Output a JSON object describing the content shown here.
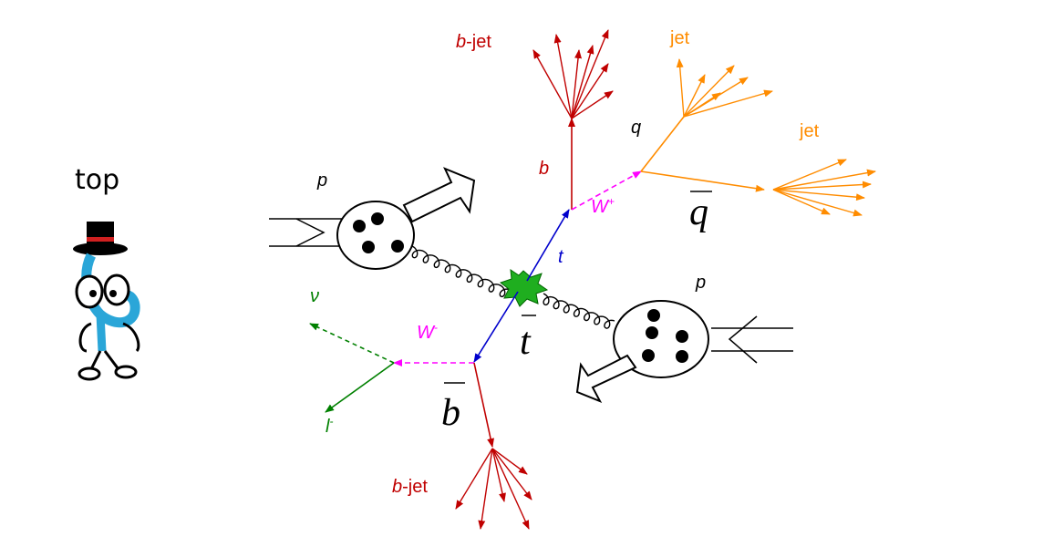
{
  "mascot": {
    "label": "top",
    "name": "top-quark-mascot"
  },
  "labels": {
    "b_jet_top_prefix": "b",
    "b_jet_top_suffix": "-jet",
    "b_jet_bottom_prefix": "b",
    "b_jet_bottom_suffix": "-jet",
    "jet_1": "jet",
    "jet_2": "jet",
    "q": "q",
    "q_bar": "q",
    "b": "b",
    "b_bar": "b",
    "t": "t",
    "t_bar": "t",
    "w_plus": "W",
    "w_plus_sup": "+",
    "w_minus": "W",
    "w_minus_sup": "-",
    "p_left": "p",
    "p_right": "p",
    "nu": "ν",
    "lepton": "l",
    "lepton_sup": "-"
  },
  "colors": {
    "b_quark": "#c00000",
    "light_jet": "#ff8c00",
    "top": "#0000cc",
    "w_boson": "#ff00ff",
    "lepton": "#008000",
    "gluon": "#000000",
    "collision": "#1fae1f"
  }
}
